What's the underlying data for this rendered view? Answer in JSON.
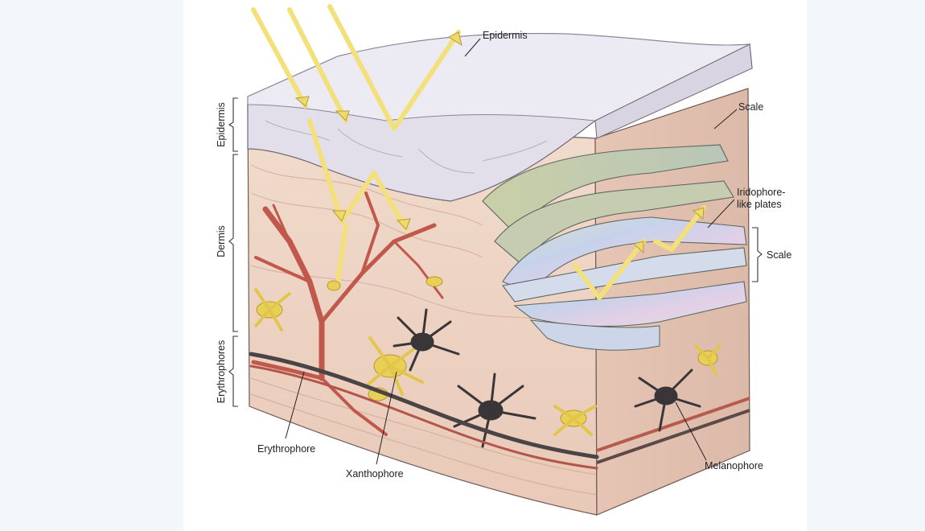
{
  "labels": {
    "epidermis_top": "Epidermis",
    "scale_top": "Scale",
    "iridophore_line1": "Iridophore-",
    "iridophore_line2": "like plates",
    "scale_right": "Scale",
    "melanophore": "Melanophore",
    "xanthophore": "Xanthophore",
    "erythrophore": "Erythrophore",
    "epidermis_side": "Epidermis",
    "dermis_side": "Dermis",
    "erythrophores_side": "Erythrophores"
  },
  "colors": {
    "page_bg": "#f4f7f9",
    "epidermis": "#e2dde9",
    "dermis": "#efd5c6",
    "xanthophore": "#e8cf56",
    "erythrophore": "#c0584c",
    "melanophore": "#3a3638",
    "light_ray": "#f3e07a",
    "iridescent": "#c9d6e6"
  }
}
